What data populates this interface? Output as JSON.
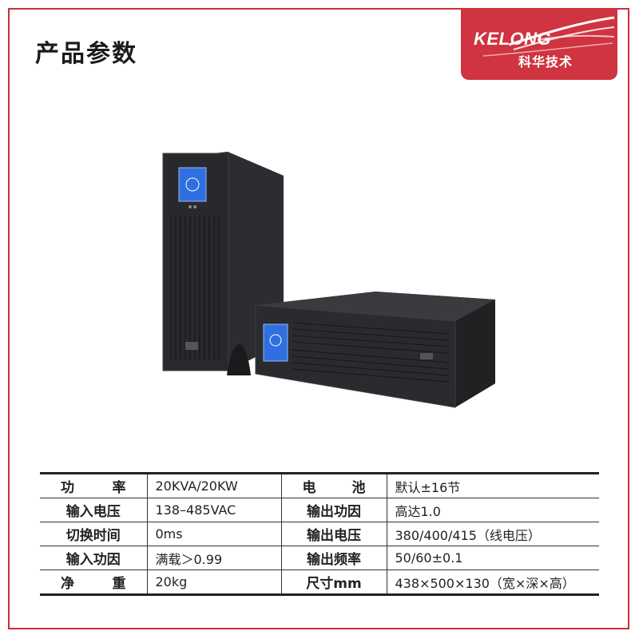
{
  "page": {
    "title": "产品参数"
  },
  "logo": {
    "name_en": "KELONG",
    "name_cn": "科华技术"
  },
  "colors": {
    "brand_red": "#cf3440",
    "frame_red": "#c8303a",
    "screen_blue": "#2f6fe0",
    "ups_body": "#2a2b2d"
  },
  "specs": {
    "rows": [
      {
        "label1": "功率",
        "spread1": true,
        "value1": "20KVA/20KW",
        "label2": "电池",
        "spread2": true,
        "value2": "默认±16节"
      },
      {
        "label1": "输入电压",
        "spread1": false,
        "value1": "138–485VAC",
        "label2": "输出功因",
        "spread2": false,
        "value2": "高达1.0"
      },
      {
        "label1": "切换时间",
        "spread1": false,
        "value1": "0ms",
        "label2": "输出电压",
        "spread2": false,
        "value2": "380/400/415（线电压）"
      },
      {
        "label1": "输入功因",
        "spread1": false,
        "value1": "满载＞0.99",
        "label2": "输出频率",
        "spread2": false,
        "value2": "50/60±0.1"
      },
      {
        "label1": "净重",
        "spread1": true,
        "value1": "20kg",
        "label2": "尺寸mm",
        "spread2": false,
        "value2": "438×500×130（宽×深×高）"
      }
    ]
  }
}
